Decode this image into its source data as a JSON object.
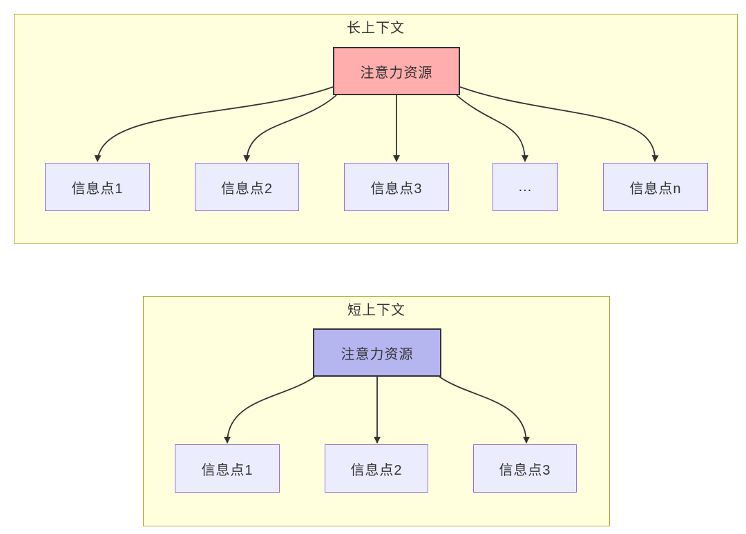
{
  "diagram": {
    "type": "flowchart",
    "groups": [
      {
        "title": "长上下文",
        "source": {
          "label": "注意力资源"
        },
        "info": [
          {
            "label": "信息点1"
          },
          {
            "label": "信息点2"
          },
          {
            "label": "信息点3"
          },
          {
            "label": "..."
          },
          {
            "label": "信息点n"
          }
        ]
      },
      {
        "title": "短上下文",
        "source": {
          "label": "注意力资源"
        },
        "info": [
          {
            "label": "信息点1"
          },
          {
            "label": "信息点2"
          },
          {
            "label": "信息点3"
          }
        ]
      }
    ],
    "colors": {
      "group_fill": "#ffffde",
      "group_border": "#aaaa33",
      "long_source_fill": "#ffadad",
      "short_source_fill": "#b5b5f0",
      "source_border": "#333333",
      "info_fill": "#ececff",
      "info_border": "#9370db",
      "edge": "#333333",
      "text": "#333333"
    }
  }
}
